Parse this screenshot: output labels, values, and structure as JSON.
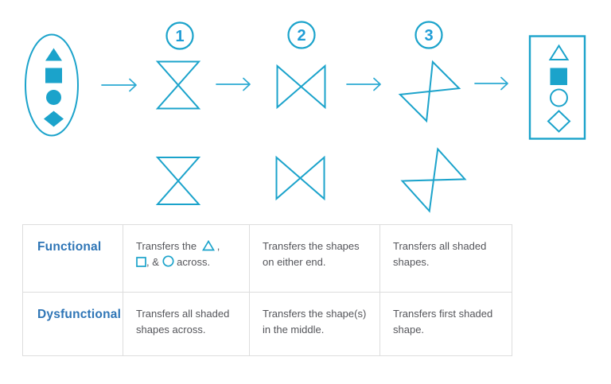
{
  "colors": {
    "shape_teal": "#1BA3CB",
    "number_blue": "#1E9CD6",
    "row_label_blue": "#2E75B6",
    "body_text_gray": "#54555A",
    "table_border_gray": "#DDDDDD"
  },
  "diagram": {
    "step_numbers": [
      "1",
      "2",
      "3"
    ],
    "source_container": "ellipse",
    "source_shapes": [
      "triangle-filled",
      "square-filled",
      "circle-filled",
      "diamond-filled"
    ],
    "funnel_shapes": [
      "hourglass-vertical",
      "bowtie-horizontal",
      "bowtie-tilted"
    ],
    "result_container": "rectangle",
    "result_shapes": [
      "triangle-outline",
      "square-filled",
      "circle-outline",
      "diamond-outline"
    ]
  },
  "table": {
    "row_labels": [
      "Functional",
      "Dysfunctional"
    ],
    "functional": {
      "cell1_part1": "Transfers the",
      "cell1_part2": ",",
      "cell1_part3": ", &",
      "cell1_part4": "across.",
      "cell2": "Transfers the shapes on either end.",
      "cell3": "Transfers all shaded shapes."
    },
    "dysfunctional": {
      "cell1": "Transfers all shaded shapes across.",
      "cell2": "Transfers the shape(s) in the middle.",
      "cell3": "Transfers first shaded shape."
    }
  }
}
